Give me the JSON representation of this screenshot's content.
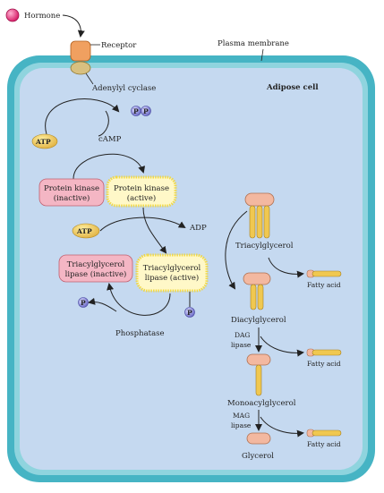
{
  "labels": {
    "hormone": "Hormone",
    "receptor": "Receptor",
    "plasma_membrane": "Plasma membrane",
    "adipose_cell": "Adipose cell",
    "adenylyl_cyclase": "Adenylyl cyclase",
    "p": "P",
    "atp_top": "ATP",
    "camp": "cAMP",
    "pk_inactive_1": "Protein kinase",
    "pk_inactive_2": "(inactive)",
    "pk_active_1": "Protein kinase",
    "pk_active_2": "(active)",
    "atp_mid": "ATP",
    "adp": "ADP",
    "tl_inactive_1": "Triacylglycerol",
    "tl_inactive_2": "lipase (inactive)",
    "tl_active_1": "Triacylglycerol",
    "tl_active_2": "lipase (active)",
    "phosphatase": "Phosphatase",
    "triacylglycerol": "Triacylglycerol",
    "fatty_acid_1": "Fatty acid",
    "diacylglycerol": "Diacylglycerol",
    "dag": "DAG",
    "lipase_1": "lipase",
    "fatty_acid_2": "Fatty acid",
    "monoacylglycerol": "Monoacylglycerol",
    "mag": "MAG",
    "lipase_2": "lipase",
    "fatty_acid_3": "Fatty acid",
    "glycerol": "Glycerol"
  },
  "colors": {
    "membrane_outer": "#4ab8c8",
    "membrane_inner": "#7fd0dc",
    "cytoplasm": "#c5d9f0",
    "hormone": "#e8307a",
    "receptor": "#f0a060",
    "cyclase": "#d8c080",
    "atp": "#e8c060",
    "inactive_box": "#f4b6c4",
    "active_box": "#fff6c0",
    "phosphate": "#9090d8",
    "lipid_tail": "#f0c850",
    "lipid_head": "#f3b8a0"
  },
  "icons": {
    "hormone": "hormone-circle-icon",
    "phosphate": "phosphate-circle-icon",
    "fatty_acid": "fatty-acid-icon",
    "glycerol": "glycerol-icon"
  }
}
